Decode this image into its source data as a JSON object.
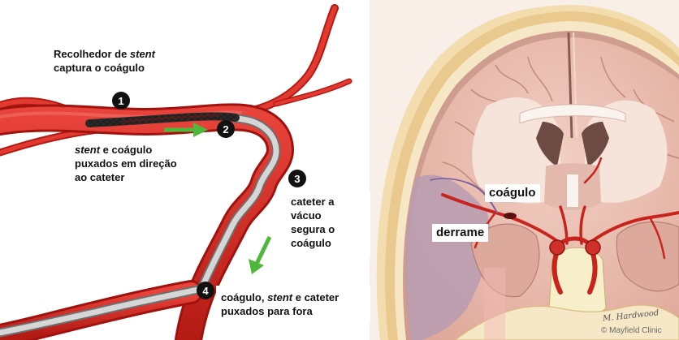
{
  "steps": [
    {
      "number": "1",
      "caption_html": "Recolhedor de <em>stent</em><br>captura o coágulo"
    },
    {
      "number": "2",
      "caption_html": "<em>stent</em> e coágulo<br>puxados em direção<br>ao cateter"
    },
    {
      "number": "3",
      "caption_html": "cateter a<br>vácuo<br>segura o<br>coágulo"
    },
    {
      "number": "4",
      "caption_html": "coágulo, <em>stent</em> e cateter<br>puxados para fora"
    }
  ],
  "brain": {
    "clot_label": "coágulo",
    "stroke_label": "derrame"
  },
  "credit": "© Mayfield Clinic",
  "colors": {
    "artery": "#d42a22",
    "artery_dark": "#a0120e",
    "catheter": "#c2c2c2",
    "step_marker": "#111111",
    "arrow": "#4fb83a",
    "brain_tissue": "#e9bcb0",
    "stroke_area": "#b79cb3"
  }
}
